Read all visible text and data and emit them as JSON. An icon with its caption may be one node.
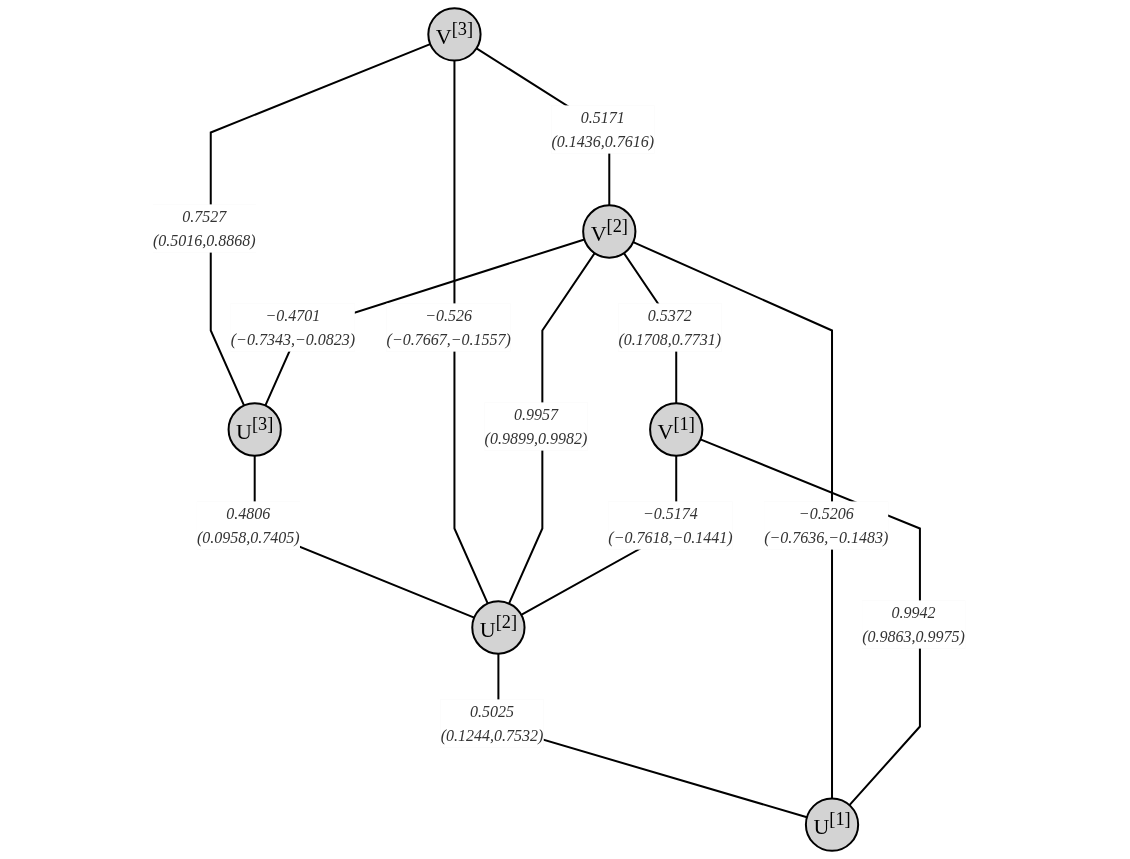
{
  "diagram": {
    "nodes": [
      {
        "text": [
          "V$^{[3]}$"
        ]
      },
      {
        "text": [
          "U$^{[3]}$"
        ]
      },
      {
        "text": [
          "V$^{[2]}$"
        ]
      },
      {
        "text": [
          "U$^{[2]}$"
        ]
      },
      {
        "text": [
          "V$^{[1]}$"
        ]
      },
      {
        "text": [
          "U$^{[1]}$"
        ]
      }
    ],
    "edges": [
      {
        "from": 0,
        "to": 1,
        "arrow": "none",
        "label": "0.7527 (0.5016,0.8868)"
      },
      {
        "from": 0,
        "to": 2,
        "arrow": "none",
        "label": "0.5171 (0.1436,0.7616)"
      },
      {
        "from": 1,
        "to": 3,
        "arrow": "none",
        "label": "0.4806 (0.0958,0.7405)"
      },
      {
        "from": 2,
        "to": 1,
        "arrow": "none",
        "label": "−0.4701 (−0.7343,−0.0823)"
      },
      {
        "from": 0,
        "to": 3,
        "arrow": "none",
        "label": "−0.526 (−0.7667,−0.1557)"
      },
      {
        "from": 2,
        "to": 3,
        "arrow": "none",
        "label": "0.9957 (0.9899,0.9982)"
      },
      {
        "from": 2,
        "to": 4,
        "arrow": "none",
        "label": "0.5372 (0.1708,0.7731)"
      },
      {
        "from": 3,
        "to": 5,
        "arrow": "none",
        "label": "0.5025 (0.1244,0.7532)"
      },
      {
        "from": 4,
        "to": 3,
        "arrow": "none",
        "label": "−0.5174 (−0.7618,−0.1441)"
      },
      {
        "from": 2,
        "to": 5,
        "arrow": "none",
        "label": "−0.5206 (−0.7636,−0.1483)"
      },
      {
        "from": 4,
        "to": 5,
        "arrow": "none",
        "label": "0.9942 (0.9863,0.9975)"
      }
    ]
  }
}
